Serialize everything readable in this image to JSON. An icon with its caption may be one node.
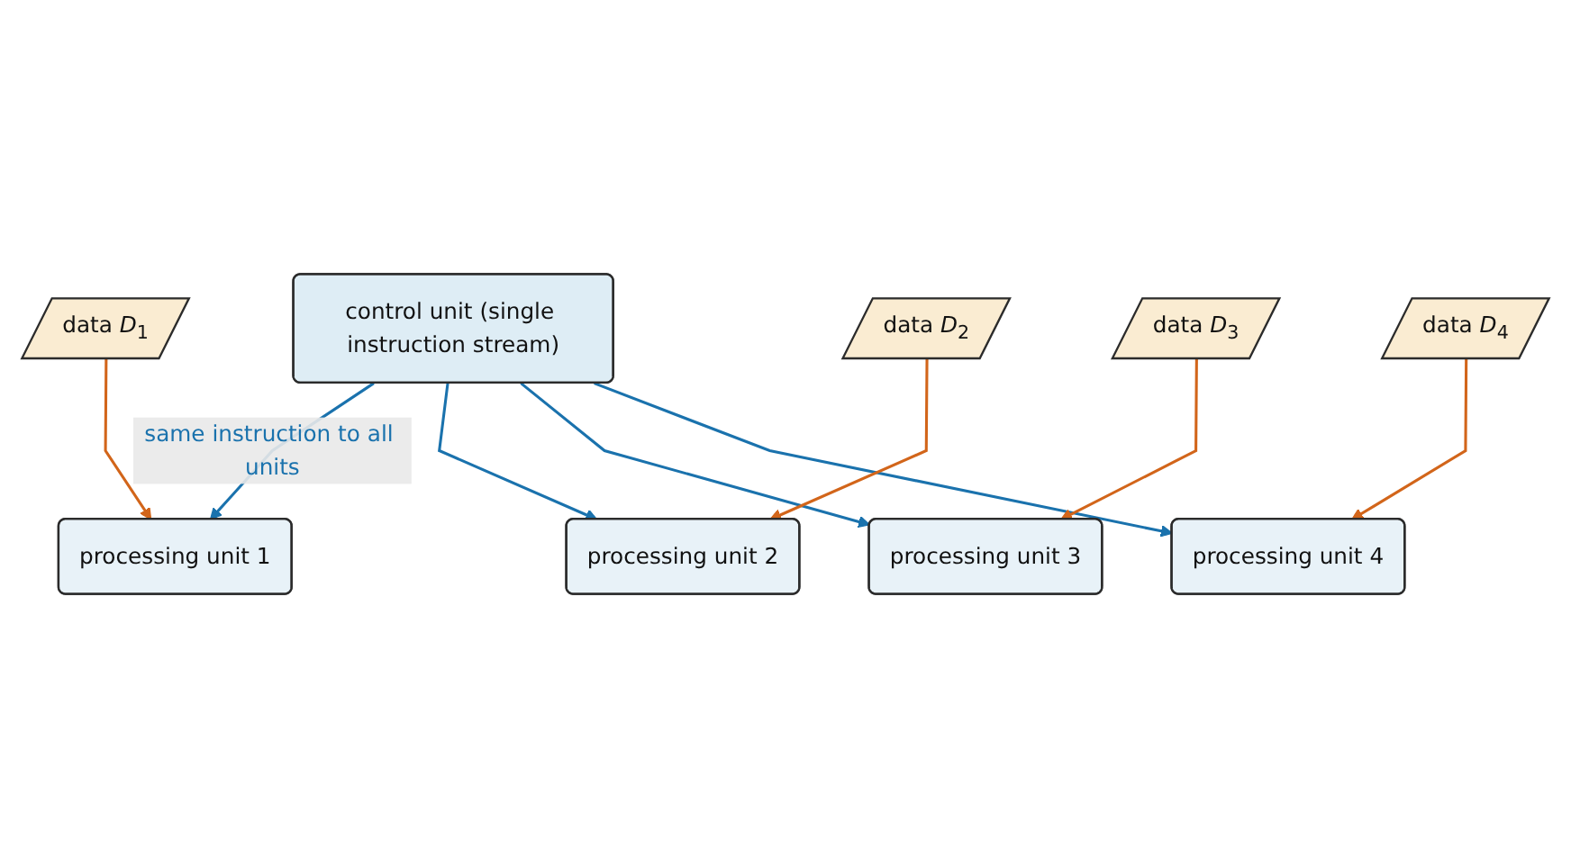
{
  "diagram": {
    "nodes": [
      {
        "text": [
          "control unit (single instruction stream)"
        ]
      },
      {
        "text": [
          "processing unit 1"
        ]
      },
      {
        "text": [
          "processing unit 2"
        ]
      },
      {
        "text": [
          "processing unit 3"
        ]
      },
      {
        "text": [
          "processing unit 4"
        ]
      },
      {
        "text": [
          "data *D*$_{1}$"
        ]
      },
      {
        "text": [
          "data *D*$_{2}$"
        ]
      },
      {
        "text": [
          "data *D*$_{3}$"
        ]
      },
      {
        "text": [
          "data *D*$_{4}$"
        ]
      }
    ],
    "edges": [
      {
        "from": 0,
        "to": 1,
        "arrow": "to",
        "label": "same instruction to all units",
        "color": "#1a72ad"
      },
      {
        "from": 0,
        "to": 2,
        "arrow": "to",
        "color": "#1a72ad"
      },
      {
        "from": 0,
        "to": 3,
        "arrow": "to",
        "color": "#1a72ad"
      },
      {
        "from": 0,
        "to": 4,
        "arrow": "to",
        "color": "#1a72ad"
      },
      {
        "from": 5,
        "to": 1,
        "arrow": "to",
        "color": "#d2651a"
      },
      {
        "from": 6,
        "to": 2,
        "arrow": "to",
        "color": "#d2651a"
      },
      {
        "from": 7,
        "to": 3,
        "arrow": "to",
        "color": "#d2651a"
      },
      {
        "from": 8,
        "to": 4,
        "arrow": "to",
        "color": "#d2651a"
      }
    ]
  }
}
